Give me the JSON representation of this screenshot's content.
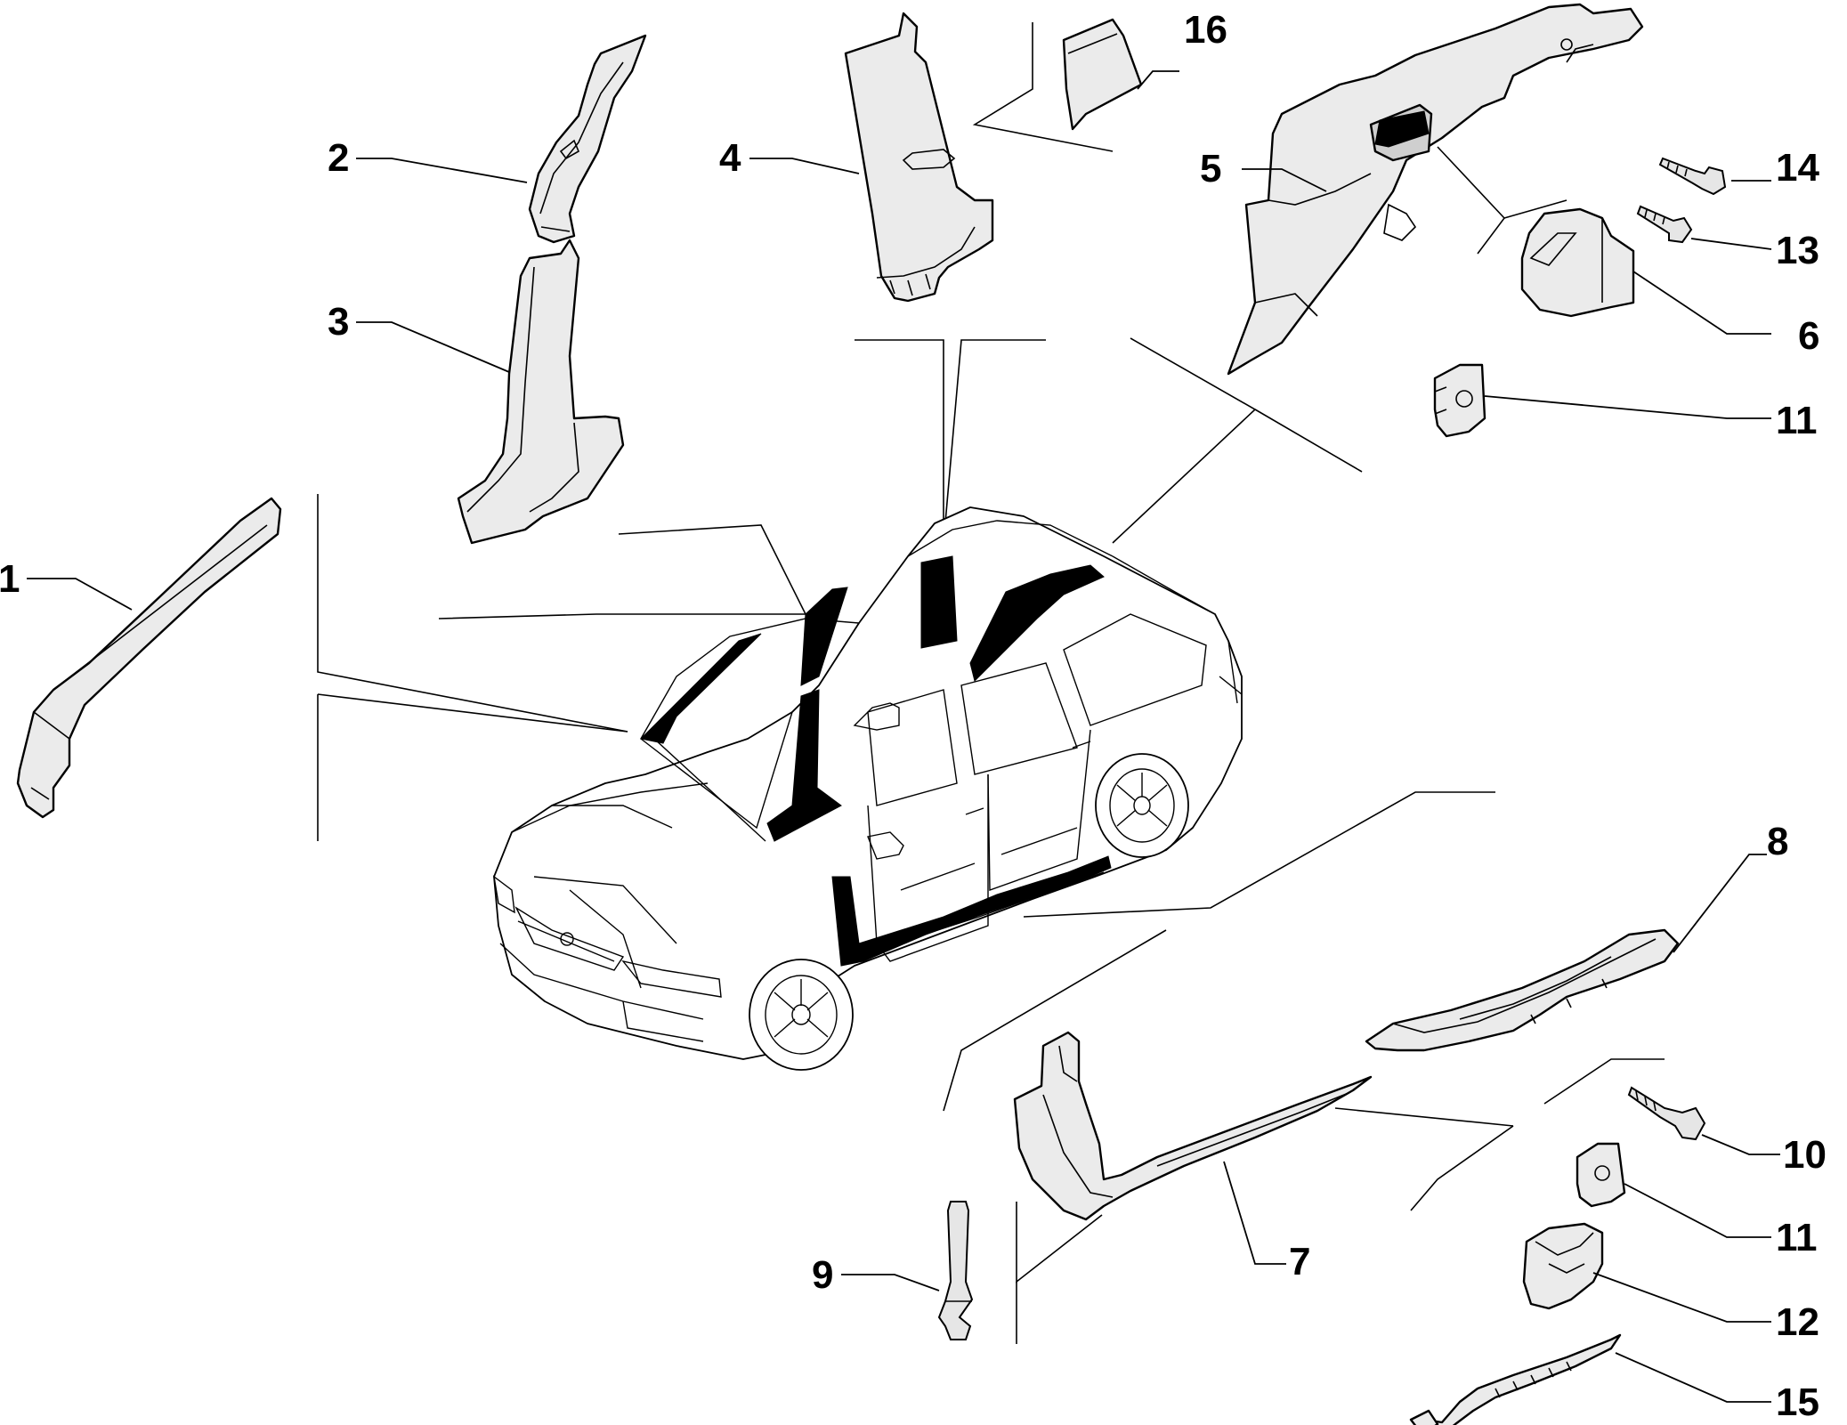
{
  "diagram": {
    "callouts": {
      "c1": "1",
      "c2": "2",
      "c3": "3",
      "c4": "4",
      "c5": "5",
      "c6": "6",
      "c7": "7",
      "c8": "8",
      "c9": "9",
      "c10": "10",
      "c11a": "11",
      "c11b": "11",
      "c12": "12",
      "c13": "13",
      "c14": "14",
      "c15": "15",
      "c16": "16"
    },
    "colors": {
      "line": "#000000",
      "part_fill": "#ebebeb",
      "background": "#ffffff"
    }
  }
}
